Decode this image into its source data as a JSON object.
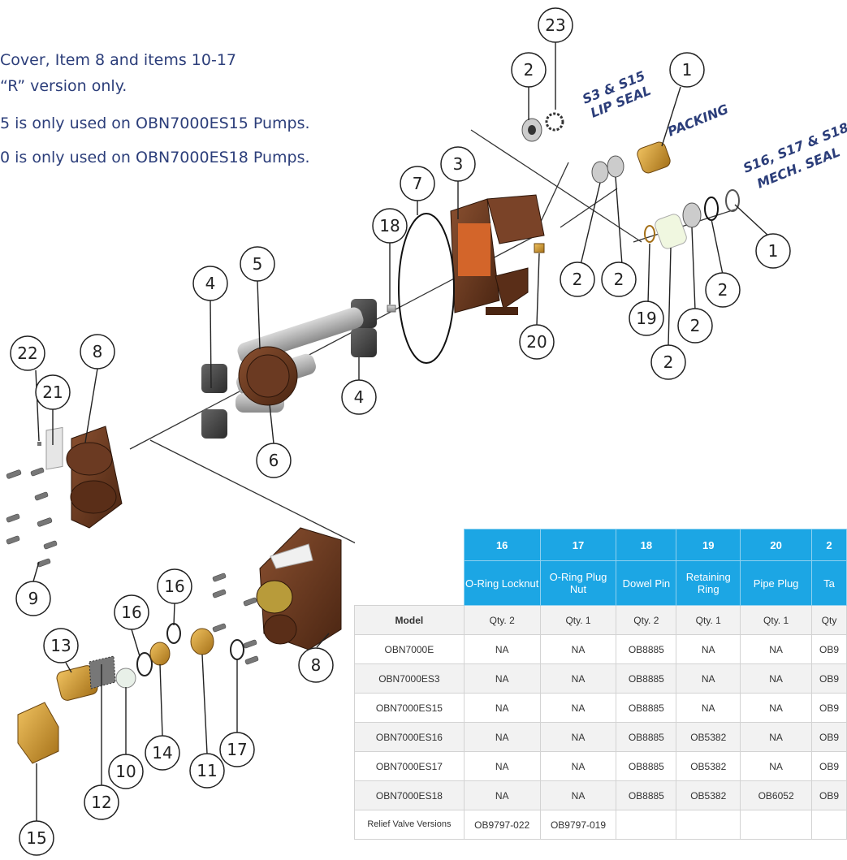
{
  "notes": [
    "Cover, Item 8 and items 10-17",
    "“R” version only.",
    "5 is only used on OBN7000ES15 Pumps.",
    "0 is only used on OBN7000ES18 Pumps."
  ],
  "seal_labels": {
    "lip_seal_line1": "S3 & S15",
    "lip_seal_line2": "LIP SEAL",
    "packing": "PACKING",
    "mech_seal_line1": "S16, S17 & S18",
    "mech_seal_line2": "MECH. SEAL"
  },
  "callouts": [
    "23",
    "2",
    "1",
    "3",
    "7",
    "18",
    "2",
    "2",
    "1",
    "2",
    "19",
    "2",
    "2",
    "20",
    "4",
    "5",
    "4",
    "6",
    "22",
    "21",
    "8",
    "9",
    "16",
    "16",
    "13",
    "12",
    "10",
    "14",
    "11",
    "17",
    "8",
    "15"
  ],
  "table": {
    "columns": [
      {
        "num": "16",
        "name": "O-Ring Locknut",
        "qty": "Qty. 2"
      },
      {
        "num": "17",
        "name": "O-Ring Plug Nut",
        "qty": "Qty. 1"
      },
      {
        "num": "18",
        "name": "Dowel Pin",
        "qty": "Qty. 2"
      },
      {
        "num": "19",
        "name": "Retaining Ring",
        "qty": "Qty. 1"
      },
      {
        "num": "20",
        "name": "Pipe Plug",
        "qty": "Qty. 1"
      },
      {
        "num": "2",
        "name": "Ta",
        "qty": "Qty"
      }
    ],
    "model_header": "Model",
    "rows": [
      {
        "model": "OBN7000E",
        "cells": [
          "NA",
          "NA",
          "OB8885",
          "NA",
          "NA",
          "OB9"
        ]
      },
      {
        "model": "OBN7000ES3",
        "cells": [
          "NA",
          "NA",
          "OB8885",
          "NA",
          "NA",
          "OB9"
        ]
      },
      {
        "model": "OBN7000ES15",
        "cells": [
          "NA",
          "NA",
          "OB8885",
          "NA",
          "NA",
          "OB9"
        ]
      },
      {
        "model": "OBN7000ES16",
        "cells": [
          "NA",
          "NA",
          "OB8885",
          "OB5382",
          "NA",
          "OB9"
        ]
      },
      {
        "model": "OBN7000ES17",
        "cells": [
          "NA",
          "NA",
          "OB8885",
          "OB5382",
          "NA",
          "OB9"
        ]
      },
      {
        "model": "OBN7000ES18",
        "cells": [
          "NA",
          "NA",
          "OB8885",
          "OB5382",
          "OB6052",
          "OB9"
        ]
      },
      {
        "model": "Relief Valve Versions",
        "cells": [
          "OB9797-022",
          "OB9797-019",
          "",
          "",
          "",
          ""
        ]
      }
    ]
  },
  "colors": {
    "header_blue": "#1ca6e4",
    "note_text": "#2c3e7a",
    "housing_brown": "#6b3a22",
    "brass": "#c89b3a"
  }
}
